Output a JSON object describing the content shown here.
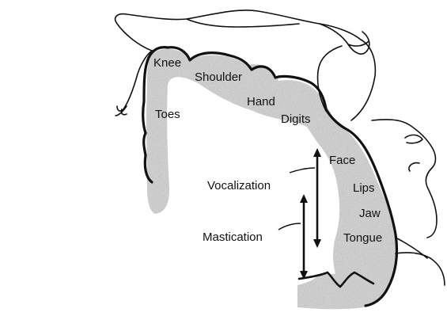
{
  "colors": {
    "ink": "#111111",
    "cortex_fill": "#cfcfcf",
    "background": "#ffffff"
  },
  "labels": {
    "knee": "Knee",
    "shoulder": "Shoulder",
    "hand": "Hand",
    "toes": "Toes",
    "digits": "Digits",
    "face": "Face",
    "vocalization": "Vocalization",
    "lips": "Lips",
    "jaw": "Jaw",
    "tongue": "Tongue",
    "mastication": "Mastication"
  }
}
